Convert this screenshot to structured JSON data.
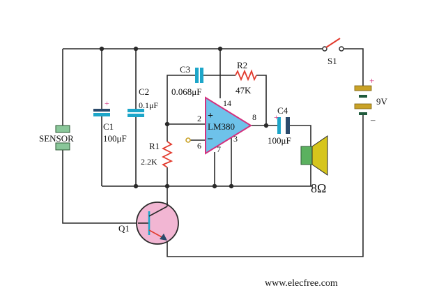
{
  "diagram": {
    "components": {
      "switch": {
        "label": "S1"
      },
      "battery": {
        "label": "9V",
        "plus": "+",
        "minus": "–"
      },
      "sensor": {
        "label": "SENSOR"
      },
      "c1": {
        "label": "C1",
        "value": "100μF",
        "plus": "+"
      },
      "c2": {
        "label": "C2",
        "value": "0.1μF"
      },
      "c3": {
        "label": "C3",
        "value": "0.068μF"
      },
      "r2": {
        "label": "R2",
        "value": "47K"
      },
      "r1": {
        "label": "R1",
        "value": "2.2K"
      },
      "ic": {
        "label": "LM380",
        "pin_plus": "+",
        "pin_minus": "–",
        "pin2": "2",
        "pin6": "6",
        "pin7": "7",
        "pin3": "3",
        "pin14": "14",
        "pin8": "8"
      },
      "c4": {
        "label": "C4",
        "value": "100μF",
        "plus": "+"
      },
      "speaker": {
        "value": "8Ω"
      },
      "q1": {
        "label": "Q1"
      }
    },
    "footer": "www.elecfree.com",
    "colors": {
      "wire": "#2a2a2a",
      "capacitor_plate": "#1da6c9",
      "capacitor_dark": "#2b4a6b",
      "resistor": "#e23b2e",
      "opamp_fill": "#6ec2ea",
      "opamp_stroke": "#d4317e",
      "battery_plate": "#c9a227",
      "battery_dark": "#1f5a3c",
      "sensor_fill": "#8ac79a",
      "speaker_box": "#5bb15f",
      "speaker_cone": "#d6c51c",
      "transistor_fill": "#f2b6d3",
      "switch": "#e23b2e",
      "plus": "#d4317e"
    }
  }
}
